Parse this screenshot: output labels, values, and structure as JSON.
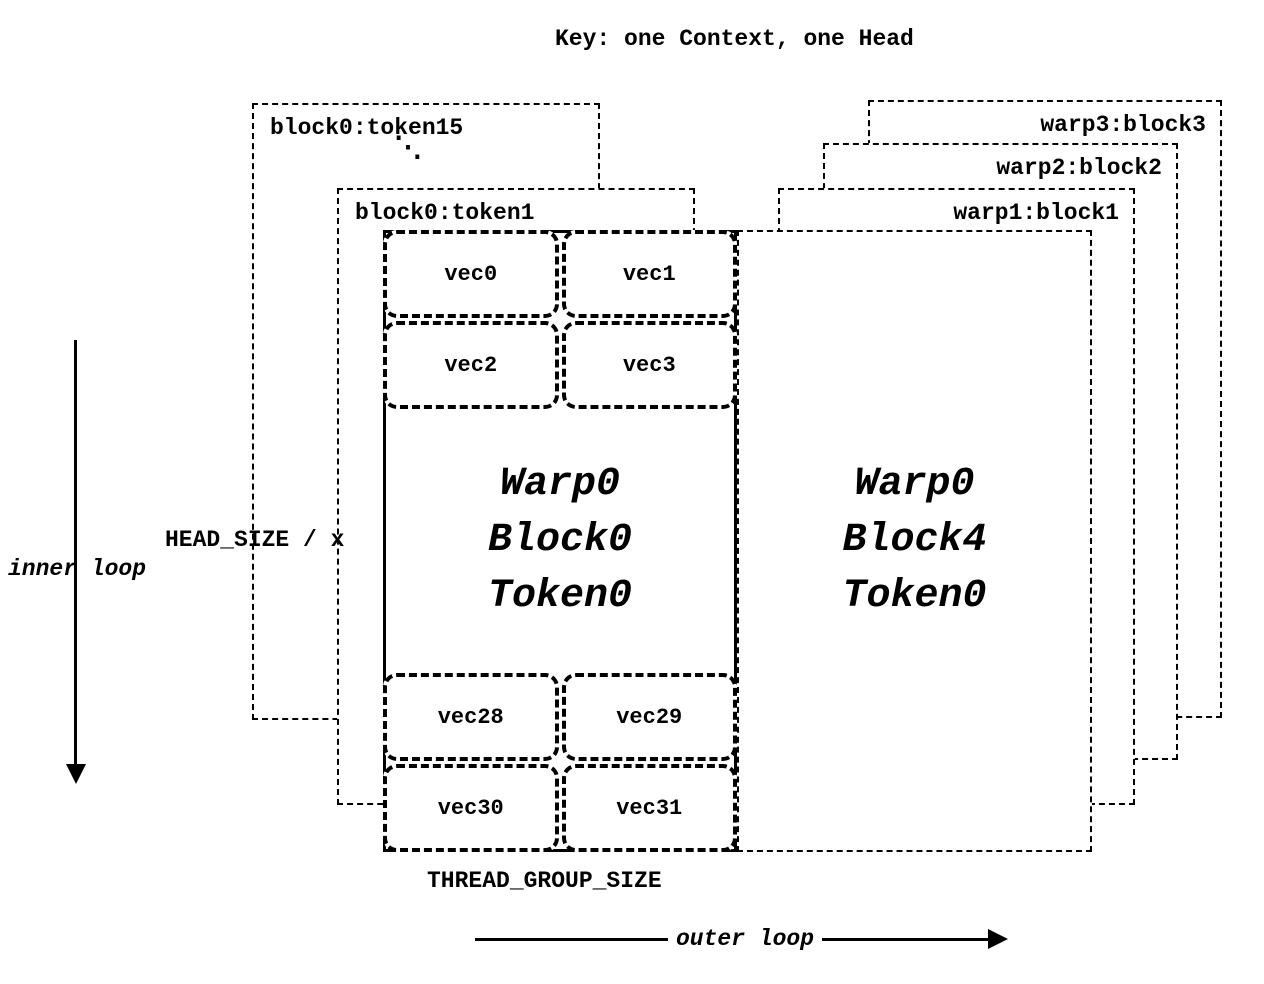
{
  "title": "Key: one Context, one Head",
  "left_stack": {
    "back_box_label": "block0:token15",
    "ellipsis": "⋱",
    "front_box_label": "block0:token1"
  },
  "key_block": {
    "top_vecs": [
      "vec0",
      "vec1",
      "vec2",
      "vec3"
    ],
    "center_lines": [
      "Warp0",
      "Block0",
      "Token0"
    ],
    "bottom_vecs": [
      "vec28",
      "vec29",
      "vec30",
      "vec31"
    ]
  },
  "right_block": {
    "center_lines": [
      "Warp0",
      "Block4",
      "Token0"
    ],
    "stacked_labels": [
      "warp1:block1",
      "warp2:block2",
      "warp3:block3"
    ]
  },
  "annotations": {
    "head_size": "HEAD_SIZE / x",
    "inner_loop": "inner loop",
    "thread_group_size": "THREAD_GROUP_SIZE",
    "outer_loop": "outer loop"
  }
}
